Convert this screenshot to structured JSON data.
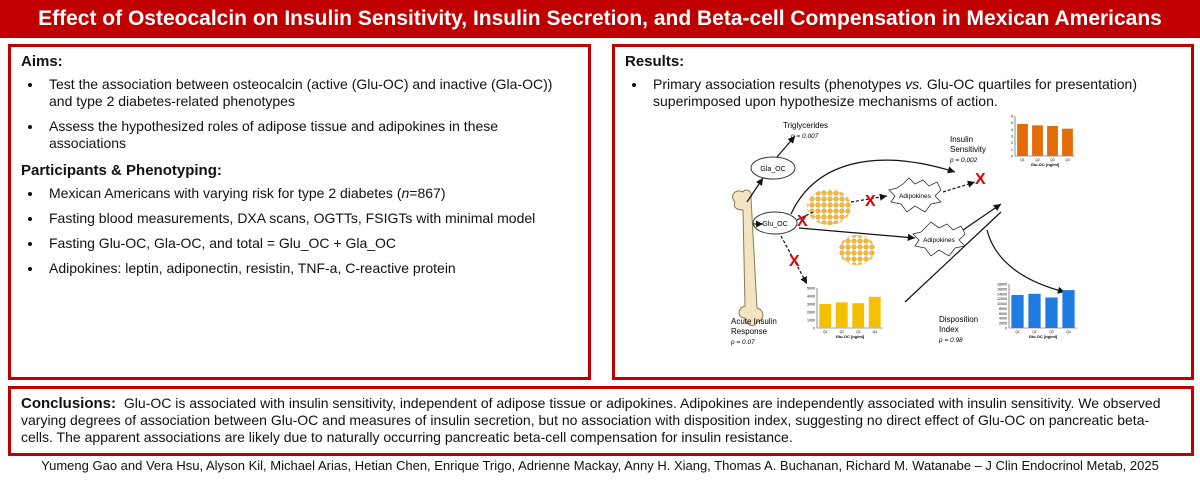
{
  "title": "Effect of Osteocalcin on Insulin Sensitivity, Insulin Secretion, and Beta-cell Compensation in Mexican Americans",
  "left": {
    "aims_heading": "Aims:",
    "aims": [
      "Test the association between osteocalcin (active (Glu-OC) and inactive (Gla-OC)) and type 2 diabetes-related phenotypes",
      "Assess the hypothesized roles of adipose tissue and adipokines in these associations"
    ],
    "participants_heading": "Participants & Phenotyping:",
    "participants": [
      {
        "pre": "Mexican Americans with varying risk for type 2 diabetes (",
        "em": "n",
        "post": "=867)"
      },
      {
        "pre": "Fasting blood measurements, DXA scans, OGTTs, FSIGTs with minimal model",
        "em": "",
        "post": ""
      },
      {
        "pre": "Fasting Glu-OC, Gla-OC, and total = Glu_OC + Gla_OC",
        "em": "",
        "post": ""
      },
      {
        "pre": "Adipokines:  leptin, adiponectin, resistin, TNF-a, C-reactive protein",
        "em": "",
        "post": ""
      }
    ]
  },
  "right": {
    "heading": "Results:",
    "bullet_pre": "Primary association results (phenotypes ",
    "bullet_em": "vs.",
    "bullet_post": " Glu-OC quartiles for presentation) superimposed upon hypothesize mechanisms of action.",
    "diagram": {
      "nodes": {
        "gla_oc": "Gla_OC",
        "glu_oc": "Glu_OC",
        "adipokines_top": "Adipokines",
        "adipokines_mid": "Adipokines"
      },
      "triglycerides": {
        "label": "Triglycerides",
        "p": "p = 0.007"
      },
      "insulin_sensitivity": {
        "label1": "Insulin",
        "label2": "Sensitivity",
        "p": "p = 0.002"
      },
      "acute_insulin": {
        "label1": "Acute Insulin",
        "label2": "Response",
        "p": "p = 0.07"
      },
      "disposition": {
        "label1": "Disposition",
        "label2": "Index",
        "p": "p = 0.98"
      },
      "x_mark": "X"
    }
  },
  "conclusions": {
    "label": "Conclusions:",
    "text": "Glu-OC is associated with insulin sensitivity, independent of adipose tissue or adipokines.  Adipokines are independently associated with insulin sensitivity.  We observed varying degrees of association between Glu-OC and measures of insulin secretion, but no association with disposition index, suggesting no direct effect of Glu-OC on pancreatic beta-cells.  The apparent associations are likely due to naturally occurring pancreatic beta-cell compensation for insulin resistance."
  },
  "footer": "Yumeng Gao and Vera Hsu, Alyson Kil, Michael Arias, Hetian Chen, Enrique Trigo, Adrienne Mackay, Anny H. Xiang, Thomas A. Buchanan, Richard M. Watanabe – J Clin Endocrinol Metab, 2025",
  "chart_data": [
    {
      "type": "bar",
      "name_ref": "insulin_sensitivity",
      "categories": [
        "Q1",
        "Q2",
        "Q3",
        "Q4"
      ],
      "values": [
        4.8,
        4.6,
        4.5,
        4.1
      ],
      "ylim": [
        0,
        6
      ],
      "yticks": [
        0,
        1,
        2,
        3,
        4,
        5,
        6
      ],
      "xlabel": "Glu-OC [ng/ml]",
      "color": "#e36c09"
    },
    {
      "type": "bar",
      "name_ref": "acute_insulin",
      "categories": [
        "Q1",
        "Q2",
        "Q3",
        "Q4"
      ],
      "values": [
        3000,
        3200,
        3100,
        3900
      ],
      "ylim": [
        0,
        5000
      ],
      "yticks": [
        0,
        1000,
        2000,
        3000,
        4000,
        5000
      ],
      "xlabel": "Glu-OC [ng/ml]",
      "color": "#f5c000"
    },
    {
      "type": "bar",
      "name_ref": "disposition",
      "categories": [
        "Q1",
        "Q2",
        "Q3",
        "Q4"
      ],
      "values": [
        13500,
        14000,
        12500,
        15500
      ],
      "ylim": [
        0,
        18000
      ],
      "yticks": [
        0,
        2000,
        4000,
        6000,
        8000,
        10000,
        12000,
        14000,
        16000,
        18000
      ],
      "xlabel": "Glu-OC [ng/ml]",
      "color": "#1f7be0"
    }
  ],
  "colors": {
    "accent": "#c00000",
    "bone": "#f2e5c2",
    "fat": "#f0a830",
    "x_mark": "#e00000"
  }
}
